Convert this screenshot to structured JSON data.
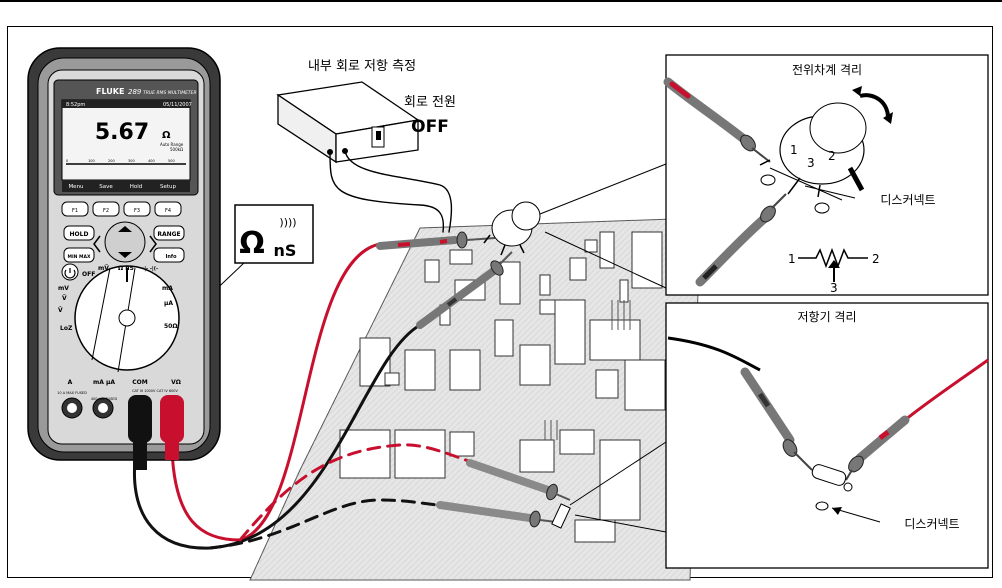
{
  "colors": {
    "meter_body": "#3a3a3a",
    "meter_face": "#d9d9d9",
    "board": "#dcdcdc",
    "red_lead": "#c8102e",
    "black_lead": "#111111",
    "probe_gray": "#8a8a8a"
  },
  "meter": {
    "brand": "FLUKE",
    "model": "289",
    "model_desc": "TRUE RMS MULTIMETER",
    "status_left": "8:52pm",
    "status_right": "05/11/2007",
    "reading": "5.67",
    "unit": "Ω",
    "range_text": "Auto Range",
    "range_value": "500kΩ",
    "bar_ticks": [
      "0",
      "100",
      "200",
      "300",
      "400",
      "500"
    ],
    "softkeys": [
      "Menu",
      "Save",
      "Hold",
      "Setup"
    ],
    "fkeys": [
      "F1",
      "F2",
      "F3",
      "F4"
    ],
    "buttons": {
      "hold": "HOLD",
      "minmax": "MIN MAX",
      "range": "RANGE",
      "info": "Info"
    },
    "dial_labels": {
      "off": "OFF",
      "v_ac": "Ṽ",
      "mv": "mṼ",
      "ohm_ns": "Ω nS",
      "diode_cap": "→|- -|(-",
      "ma_left": "mA",
      "ua": "µA",
      "v_dc": "V̄",
      "mv_dc": "mV",
      "loz": "LoZ",
      "fifty_ohm": "50Ω"
    },
    "jacks": [
      "A",
      "mA µA",
      "COM",
      "VΩ"
    ],
    "jack_notes": [
      "10 A MAX FUSED",
      "400 mA FUSED",
      "CAT III 1000V CAT IV 600V",
      ""
    ]
  },
  "callout_badge": {
    "symbol": "Ω",
    "sub": "nS",
    "sound": "))))"
  },
  "title_measure": "내부 회로 저항 측정",
  "power_label": "회로 전원",
  "power_state": "OFF",
  "panel_pot": {
    "title": "전위차계 격리",
    "disconnect": "디스커넥트",
    "pin_labels": [
      "1",
      "3",
      "2"
    ],
    "symbol_left": "1",
    "symbol_right": "2",
    "symbol_wiper": "3"
  },
  "panel_res": {
    "title": "저항기 격리",
    "disconnect": "디스커넥트"
  }
}
